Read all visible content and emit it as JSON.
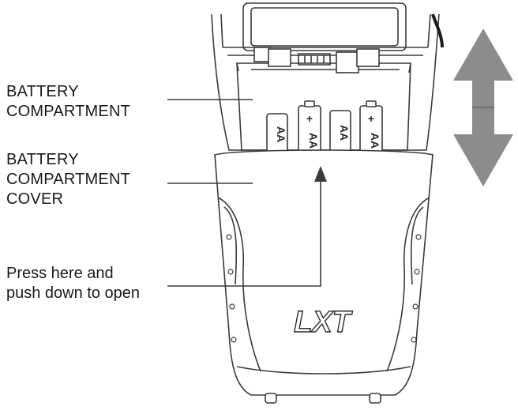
{
  "labels": {
    "battery_compartment": [
      "BATTERY",
      "COMPARTMENT"
    ],
    "battery_compartment_cover": [
      "BATTERY",
      "COMPARTMENT",
      "COVER"
    ],
    "press_instruction": [
      "Press here and",
      "push down to open"
    ]
  },
  "device": {
    "logo": "LXT",
    "battery_text": "AA",
    "battery_polarity": "+"
  },
  "colors": {
    "line": "#3a3a3a",
    "arrow_gray": "#8c8c8c",
    "arrow_dark": "#6e6e6e"
  }
}
